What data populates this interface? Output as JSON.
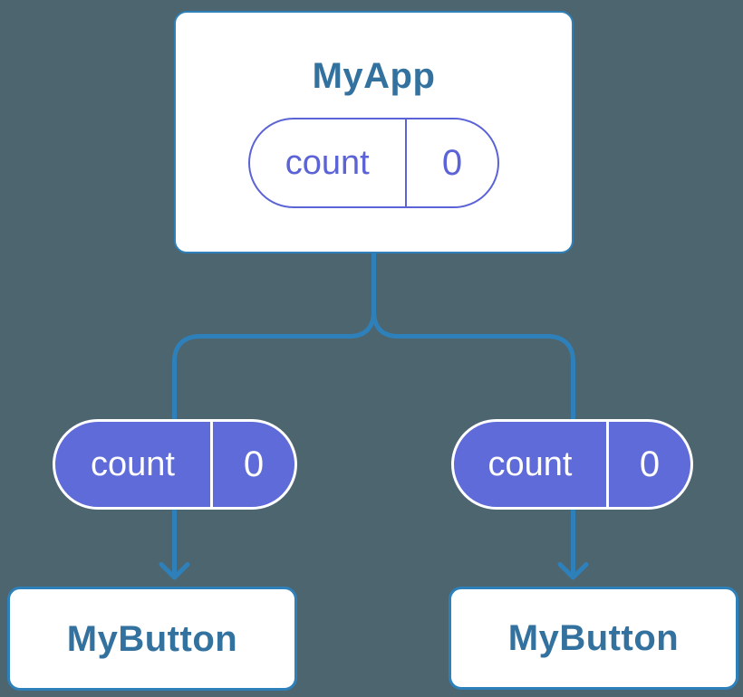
{
  "diagram": {
    "description": "React component tree with shared state",
    "colors": {
      "background": "#4d656e",
      "connector_blue": "#2e80ba",
      "node_title_blue": "#33719f",
      "state_purple_outline": "#5b63d6",
      "state_purple_fill": "#5f6bd9",
      "node_fill": "#ffffff"
    },
    "root": {
      "title": "MyApp",
      "state": {
        "key": "count",
        "value": "0"
      }
    },
    "children": [
      {
        "title": "MyButton",
        "state": {
          "key": "count",
          "value": "0"
        }
      },
      {
        "title": "MyButton",
        "state": {
          "key": "count",
          "value": "0"
        }
      }
    ]
  }
}
